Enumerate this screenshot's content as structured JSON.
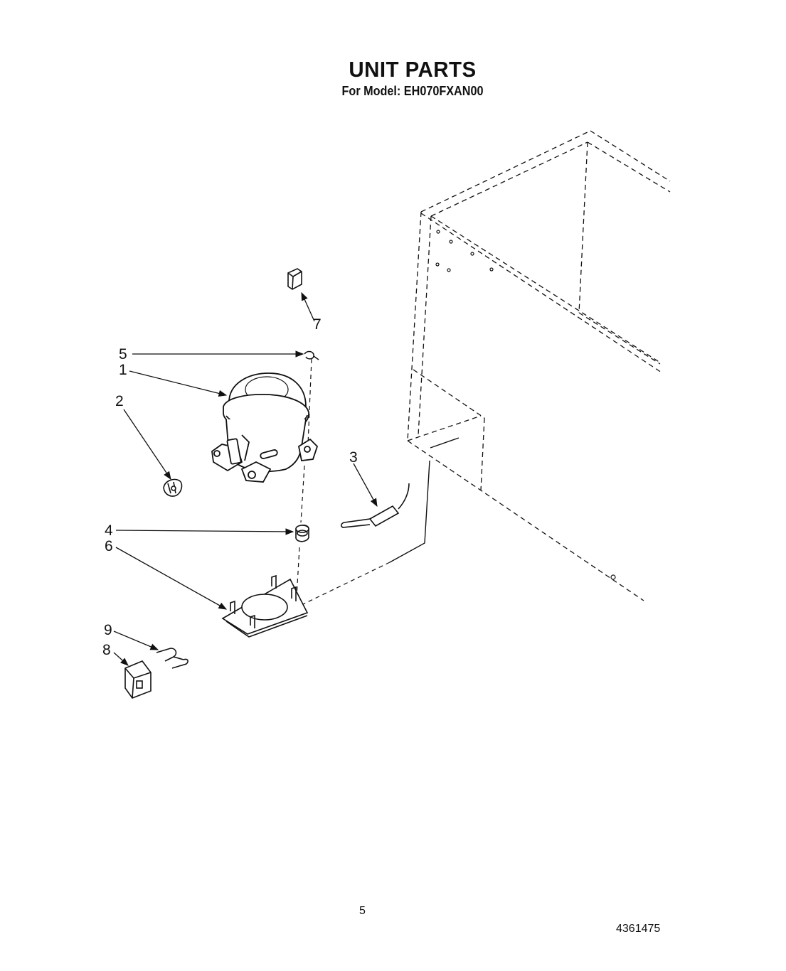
{
  "header": {
    "title": "UNIT PARTS",
    "subtitle": "For Model: EH070FXAN00"
  },
  "callouts": {
    "c1": "1",
    "c2": "2",
    "c3": "3",
    "c4": "4",
    "c5": "5",
    "c6": "6",
    "c7": "7",
    "c8": "8",
    "c9": "9"
  },
  "footer": {
    "page_number": "5",
    "document_number": "4361475"
  }
}
